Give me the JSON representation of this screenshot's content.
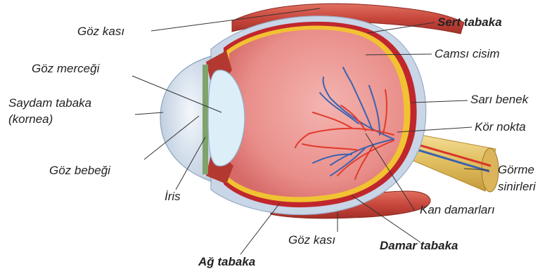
{
  "labels": {
    "goz_kasi_top": "Göz kası",
    "sert_tabaka": "Sert tabaka",
    "goz_mercegi": "Göz merceği",
    "camsi_cisim": "Camsı cisim",
    "saydam_tabaka_1": "Saydam tabaka",
    "saydam_tabaka_2": "(kornea)",
    "sari_benek": "Sarı benek",
    "kor_nokta": "Kör nokta",
    "goz_bebegi": "Göz bebeği",
    "gorme_1": "Görme",
    "gorme_2": "sinirleri",
    "iris": "İris",
    "kan_damarlari": "Kan damarları",
    "goz_kasi_bottom": "Göz kası",
    "damar_tabaka": "Damar tabaka",
    "ag_tabaka": "Ağ tabaka"
  },
  "colors": {
    "sclera": "#c9d6e8",
    "choroid": "#c0272d",
    "retina": "#f1c232",
    "vitreous": "#e88a8a",
    "lens": "#dceef8",
    "muscle": "#c8463c",
    "nerve": "#e8c66a",
    "artery": "#e23b2a",
    "vein": "#3b62b0"
  }
}
